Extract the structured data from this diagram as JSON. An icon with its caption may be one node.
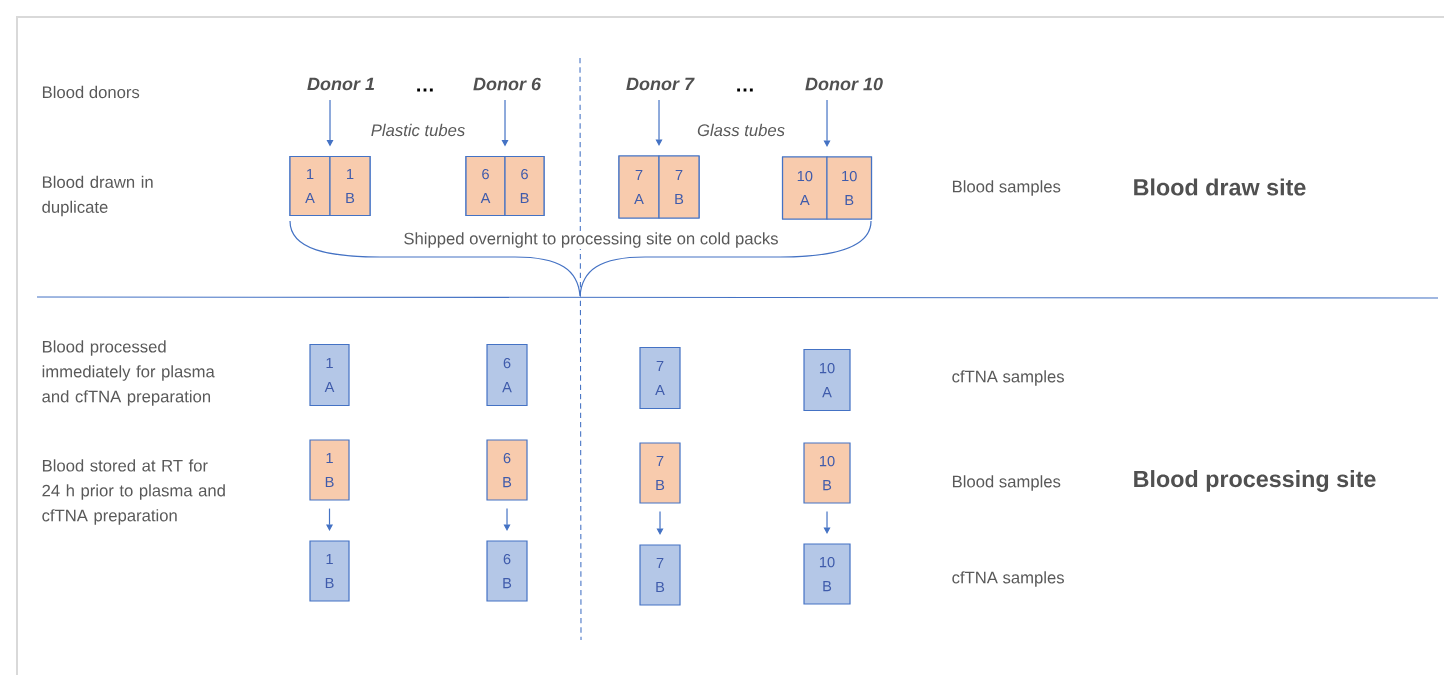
{
  "diagram": {
    "nodes": [
      {
        "text": [
          "Donor 1"
        ]
      },
      {
        "text": [
          "Donor 6"
        ]
      },
      {
        "text": [
          "Donor 7"
        ]
      },
      {
        "text": [
          "Donor 10"
        ]
      },
      {
        "text": [],
        "shape": "box"
      },
      {
        "text": [
          "1 A"
        ],
        "in": 4
      },
      {
        "text": [
          "1 B"
        ],
        "in": 4
      },
      {
        "text": [],
        "shape": "box"
      },
      {
        "text": [
          "6 A"
        ],
        "in": 7
      },
      {
        "text": [
          "6 B"
        ],
        "in": 7
      },
      {
        "text": [],
        "shape": "box"
      },
      {
        "text": [
          "7 A"
        ],
        "in": 10
      },
      {
        "text": [
          "7 B"
        ],
        "in": 10
      },
      {
        "text": [],
        "shape": "box"
      },
      {
        "text": [
          "10 A"
        ],
        "in": 13
      },
      {
        "text": [
          "10 B"
        ],
        "in": 13
      },
      {
        "text": [
          "1 A"
        ]
      },
      {
        "text": [
          "6 A"
        ]
      },
      {
        "text": [
          "7 A"
        ]
      },
      {
        "text": [
          "10 A"
        ]
      },
      {
        "text": [
          "1 B"
        ]
      },
      {
        "text": [
          "6 B"
        ]
      },
      {
        "text": [
          "7 B"
        ]
      },
      {
        "text": [
          "10 B"
        ]
      },
      {
        "text": [
          "1 B"
        ]
      },
      {
        "text": [
          "6 B"
        ]
      },
      {
        "text": [
          "7 B"
        ]
      },
      {
        "text": [
          "10 B"
        ]
      }
    ],
    "edges": [
      {
        "from": 0,
        "to": 4,
        "arrow": "to"
      },
      {
        "from": 1,
        "to": 7,
        "arrow": "to"
      },
      {
        "from": 2,
        "to": 10,
        "arrow": "to"
      },
      {
        "from": 3,
        "to": 13,
        "arrow": "to"
      },
      {
        "from": 20,
        "to": 24,
        "arrow": "to"
      },
      {
        "from": 21,
        "to": 25,
        "arrow": "to"
      },
      {
        "from": 22,
        "to": 26,
        "arrow": "to"
      },
      {
        "from": 23,
        "to": 27,
        "arrow": "to"
      }
    ],
    "labels": [
      "Blood donors",
      "…",
      "…",
      "Plastic tubes",
      "Glass tubes",
      "Blood drawn in duplicate",
      "Blood samples",
      "Blood draw site",
      "Shipped overnight to processing site on cold packs",
      "Blood processed immediately for plasma and cfTNA preparation",
      "cfTNA samples",
      "Blood stored at RT for 24 h prior to plasma and cfTNA preparation",
      "Blood samples",
      "Blood processing site",
      "cfTNA samples"
    ]
  }
}
